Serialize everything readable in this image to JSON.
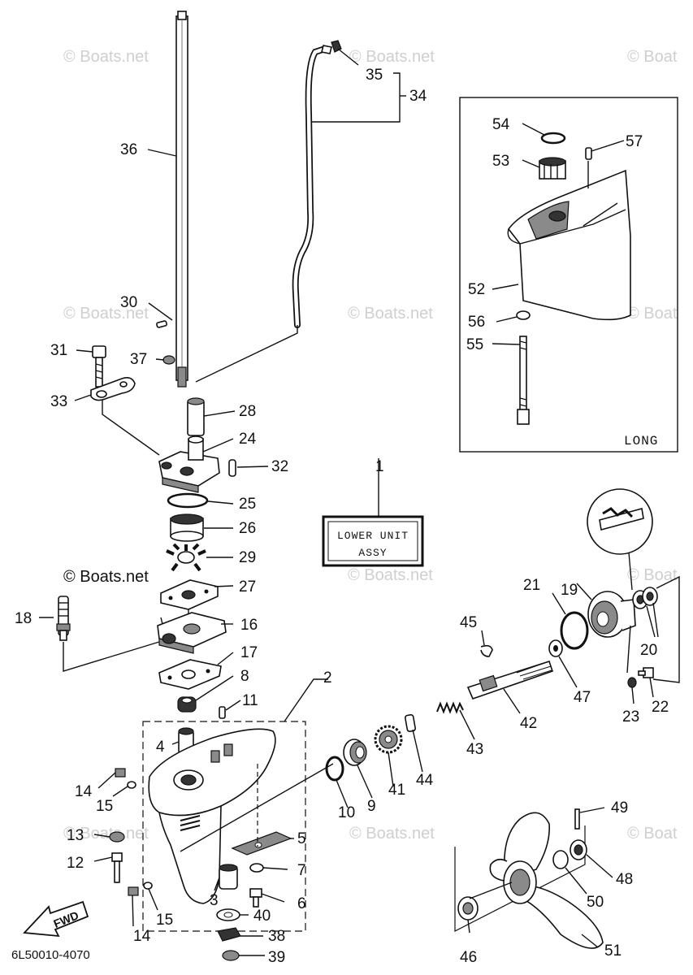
{
  "diagram_id": "6L50010-4070",
  "watermarks": {
    "faint": "© Boats.net",
    "faint_cut": "© Boat",
    "dark": "© Boats.net"
  },
  "assy_box": {
    "line1": "LOWER UNIT",
    "line2": "ASSY"
  },
  "long_box": {
    "label": "LONG"
  },
  "fwd_arrow": {
    "label": "FWD"
  },
  "callouts": {
    "c1": "1",
    "c2": "2",
    "c3": "3",
    "c4": "4",
    "c5": "5",
    "c6": "6",
    "c7": "7",
    "c8": "8",
    "c9": "9",
    "c10": "10",
    "c11": "11",
    "c12": "12",
    "c13": "13",
    "c14a": "14",
    "c14b": "14",
    "c15a": "15",
    "c15b": "15",
    "c16": "16",
    "c17": "17",
    "c18": "18",
    "c19": "19",
    "c20": "20",
    "c21": "21",
    "c22": "22",
    "c23": "23",
    "c24": "24",
    "c25": "25",
    "c26": "26",
    "c27": "27",
    "c28": "28",
    "c29": "29",
    "c30": "30",
    "c31": "31",
    "c32": "32",
    "c33": "33",
    "c34": "34",
    "c35": "35",
    "c36": "36",
    "c37": "37",
    "c38": "38",
    "c39": "39",
    "c40": "40",
    "c41": "41",
    "c42": "42",
    "c43": "43",
    "c44": "44",
    "c45": "45",
    "c46": "46",
    "c47": "47",
    "c48": "48",
    "c49": "49",
    "c50": "50",
    "c51": "51",
    "c52": "52",
    "c53": "53",
    "c54": "54",
    "c55": "55",
    "c56": "56",
    "c57": "57"
  }
}
